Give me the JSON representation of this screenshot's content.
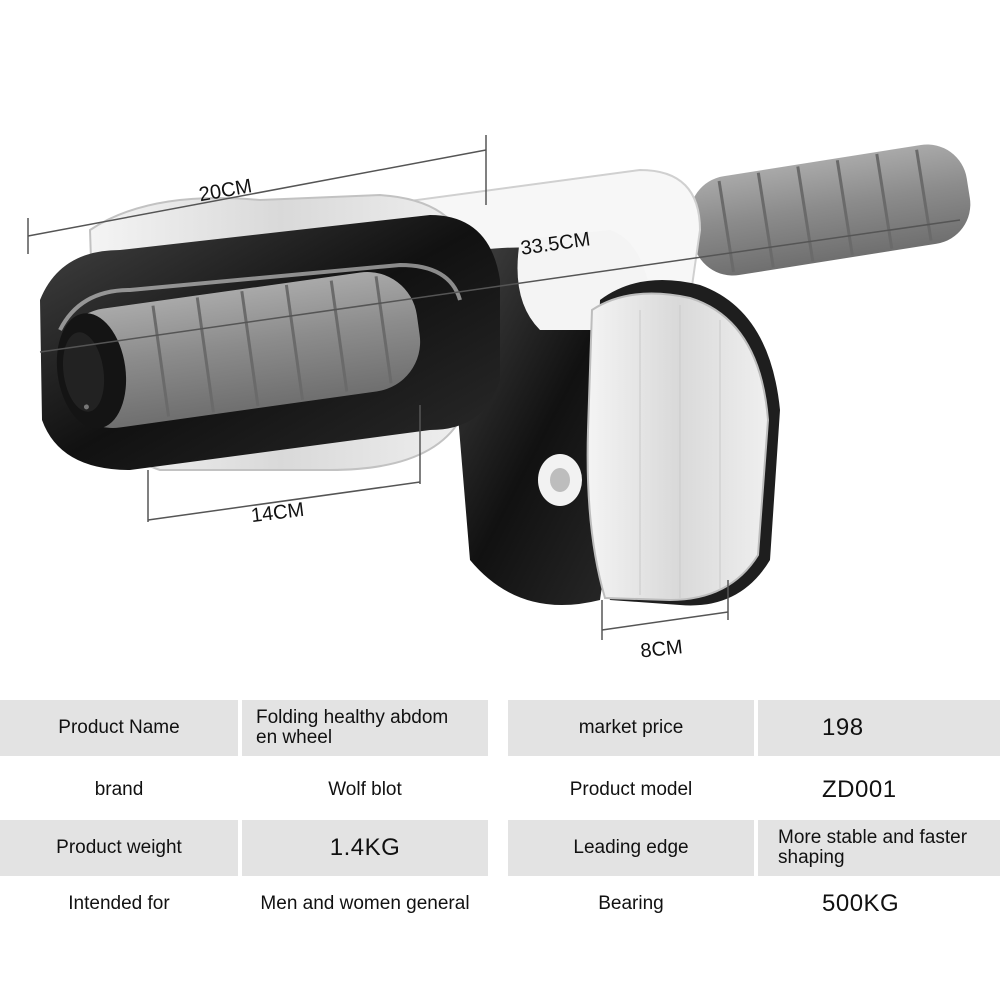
{
  "figure": {
    "dimensions": {
      "total_length": "33.5CM",
      "roller_width": "20CM",
      "handle_length": "14CM",
      "wheel_width": "8CM"
    }
  },
  "spec_table": {
    "rows": [
      {
        "label1": "Product Name",
        "value1": "Folding healthy abdom en wheel",
        "label2": "market price",
        "value2": "198"
      },
      {
        "label1": "brand",
        "value1": "Wolf blot",
        "label2": "Product model",
        "value2": "ZD001"
      },
      {
        "label1": "Product weight",
        "value1": "1.4KG",
        "label2": "Leading edge",
        "value2": "More stable and faster shaping"
      },
      {
        "label1": "Intended for",
        "value1": "Men and women general",
        "label2": "Bearing",
        "value2": "500KG"
      }
    ]
  },
  "colors": {
    "grip_gray": "#8f8f8f",
    "frame_black": "#1a1a1a",
    "wheel_white": "#e9e9e9",
    "row_shade": "#e3e3e3"
  }
}
